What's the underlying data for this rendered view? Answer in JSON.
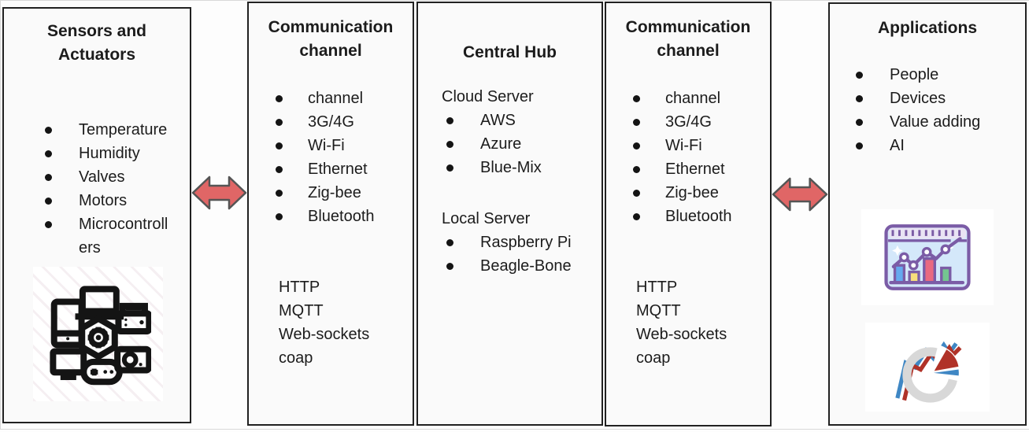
{
  "panels": [
    {
      "title": "Sensors and Actuators",
      "bullets": [
        "Temperature",
        "Humidity",
        "Valves",
        "Motors",
        "Microcontrollers"
      ],
      "icon": "iot-devices-icon"
    },
    {
      "title": "Communication channel",
      "bullets": [
        "channel",
        "3G/4G",
        "Wi-Fi",
        "Ethernet",
        "Zig-bee",
        "Bluetooth"
      ],
      "protocols": [
        "HTTP",
        "MQTT",
        "Web-sockets",
        "coap"
      ]
    },
    {
      "title": "Central Hub",
      "sections": [
        {
          "heading": "Cloud Server",
          "bullets": [
            "AWS",
            "Azure",
            "Blue-Mix"
          ]
        },
        {
          "heading": "Local Server",
          "bullets": [
            "Raspberry Pi",
            "Beagle-Bone"
          ]
        }
      ]
    },
    {
      "title": "Communication channel",
      "bullets": [
        "channel",
        "3G/4G",
        "Wi-Fi",
        "Ethernet",
        "Zig-bee",
        "Bluetooth"
      ],
      "protocols": [
        "HTTP",
        "MQTT",
        "Web-sockets",
        "coap"
      ]
    },
    {
      "title": "Applications",
      "bullets": [
        "People",
        "Devices",
        "Value adding",
        "AI"
      ],
      "icons": [
        "analytics-dashboard-icon",
        "pie-line-chart-icon"
      ]
    }
  ],
  "arrows": [
    {
      "name": "left-double-arrow",
      "direction": "bidirectional"
    },
    {
      "name": "right-double-arrow",
      "direction": "bidirectional"
    }
  ],
  "colors": {
    "arrow_fill": "#e06666",
    "arrow_stroke": "#555555",
    "panel_border": "#212121",
    "panel_bg": "#fafafa",
    "text": "#1c1c1c",
    "dashboard_purple": "#7b5ca6",
    "dashboard_bg": "#d4e8fa",
    "bar_blue": "#64a9ef",
    "bar_yellow": "#f6dd7c",
    "bar_red": "#e96a80",
    "bar_green": "#74c690",
    "pie_red": "#b03228",
    "pie_blue": "#3f87c4",
    "pie_gray": "#d8d8d8"
  }
}
